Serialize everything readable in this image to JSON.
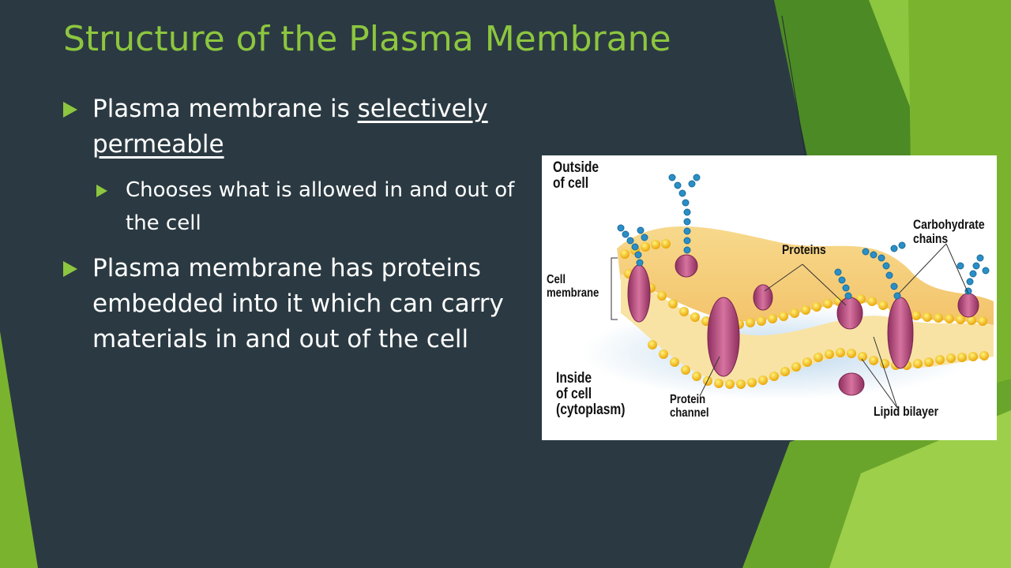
{
  "slide": {
    "title": "Structure of the Plasma Membrane",
    "accent_color": "#8dc63f",
    "background_color": "#2b3a42"
  },
  "bullets": {
    "b1_text": "Plasma membrane is ",
    "b1_underlined": "selectively permeable",
    "b1_sub": "Chooses what is allowed in and out of the cell",
    "b2_text": "Plasma membrane has proteins embedded into it which can carry materials in and out of the cell"
  },
  "figure": {
    "outside_line1": "Outside",
    "outside_line2": "of cell",
    "cell_membrane_line1": "Cell",
    "cell_membrane_line2": "membrane",
    "proteins": "Proteins",
    "carbohydrate_line1": "Carbohydrate",
    "carbohydrate_line2": "chains",
    "inside_line1": "Inside",
    "inside_line2": "of cell",
    "inside_line3": "(cytoplasm)",
    "protein_channel_line1": "Protein",
    "protein_channel_line2": "channel",
    "lipid_bilayer": "Lipid bilayer"
  }
}
